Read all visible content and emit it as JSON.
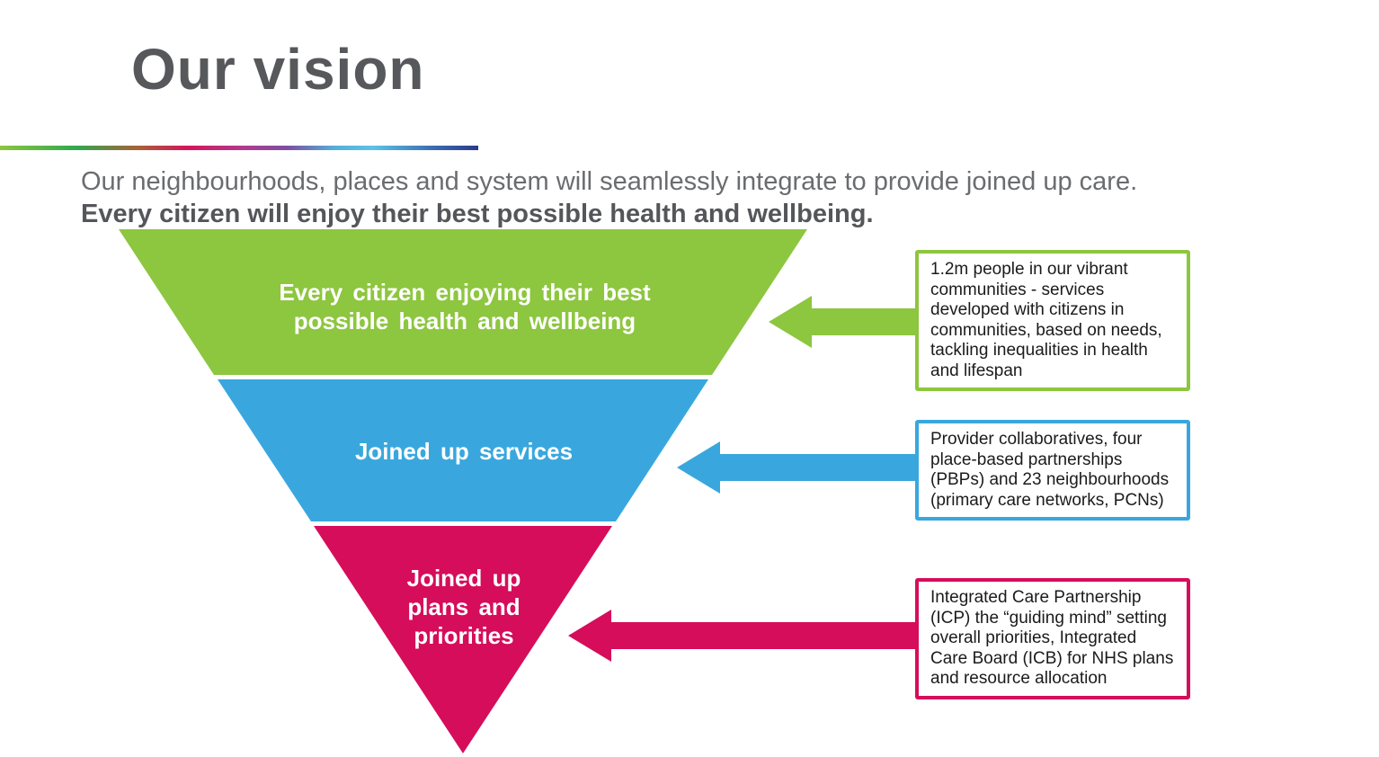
{
  "slide": {
    "title": "Our vision",
    "subtitle_line1": "Our neighbourhoods, places and system will seamlessly integrate to provide joined up care.",
    "subtitle_line2": "Every citizen will enjoy their best possible health and wellbeing."
  },
  "pyramid": {
    "levels": [
      {
        "id": "citizens",
        "label": "Every citizen enjoying their best\npossible health and wellbeing",
        "annotation": "1.2m people in our vibrant\ncommunities - services\ndeveloped with citizens in\ncommunities, based on needs,\ntackling inequalities in health\nand lifespan"
      },
      {
        "id": "services",
        "label": "Joined up services",
        "annotation": "Provider collaboratives, four\nplace-based partnerships\n(PBPs) and 23 neighbourhoods\n(primary care networks, PCNs)"
      },
      {
        "id": "plans",
        "label": "Joined up\nplans and\npriorities",
        "annotation": "Integrated Care Partnership\n(ICP) the “guiding mind” setting\noverall priorities, Integrated\nCare Board (ICB) for NHS plans\nand resource allocation"
      }
    ]
  },
  "colors": {
    "green": "#8dc63f",
    "blue": "#39a7de",
    "pink": "#d60d5b",
    "title_gray": "#57585b",
    "subtitle_gray": "#6b6c6f",
    "body_text": "#1b1b1b"
  }
}
